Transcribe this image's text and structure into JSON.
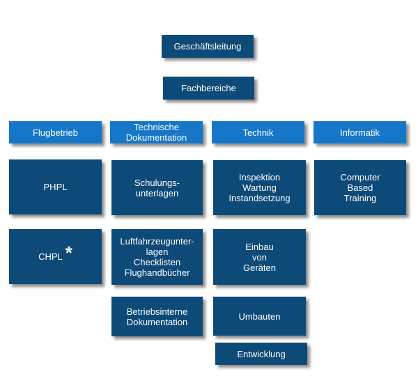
{
  "colors": {
    "dark_box": "#0d4a78",
    "light_box": "#1677c9",
    "text": "#ffffff"
  },
  "top": {
    "management": "Geschäftsleitung",
    "departments": "Fachbereiche"
  },
  "categories": [
    "Flugbetrieb",
    "Technische\nDokumentation",
    "Technik",
    "Informatik"
  ],
  "flugbetrieb": [
    "PHPL",
    "CHPL"
  ],
  "flugbetrieb_mark": "*",
  "technische_dokumentation": [
    "Schulungs-\nunterlagen",
    "Luftfahrzeugunter-\nlagen\nChecklisten\nFlughandbücher",
    "Betriebsinterne\nDokumentation"
  ],
  "technik": [
    "Inspektion\nWartung\nInstandsetzung",
    "Einbau\nvon\nGeräten",
    "Umbauten",
    "Entwicklung"
  ],
  "informatik": [
    "Computer\nBased\nTraining"
  ]
}
